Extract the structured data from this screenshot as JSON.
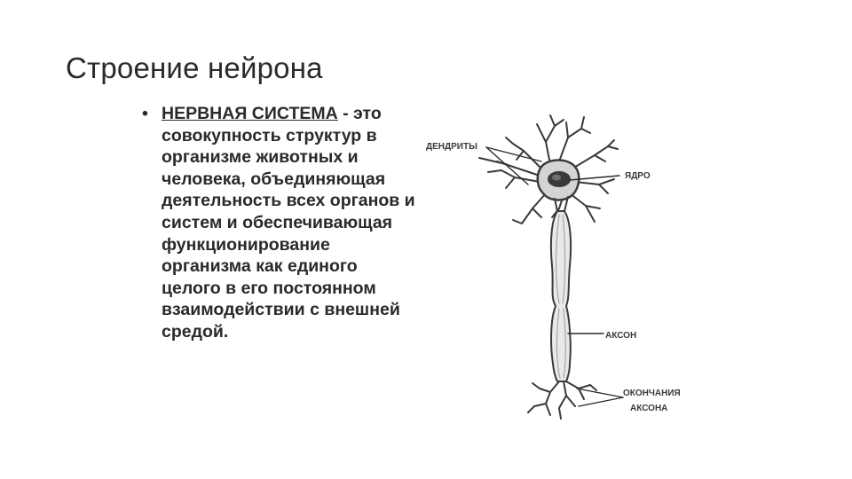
{
  "slide": {
    "title": "Строение нейрона",
    "bullet_char": "•",
    "term": "НЕРВНАЯ СИСТЕМА",
    "definition": " - это совокупность структур в организме животных и человека, объединяющая деятельность всех органов и систем и обеспечивающая функционирование организма как единого целого в его постоянном взаимодействии с внешней средой."
  },
  "figure": {
    "labels": {
      "dendrites": "ДЕНДРИТЫ",
      "nucleus": "ЯДРО",
      "axon": "АКСОН",
      "axon_endings_line1": "ОКОНЧАНИЯ",
      "axon_endings_line2": "АКСОНА"
    }
  }
}
